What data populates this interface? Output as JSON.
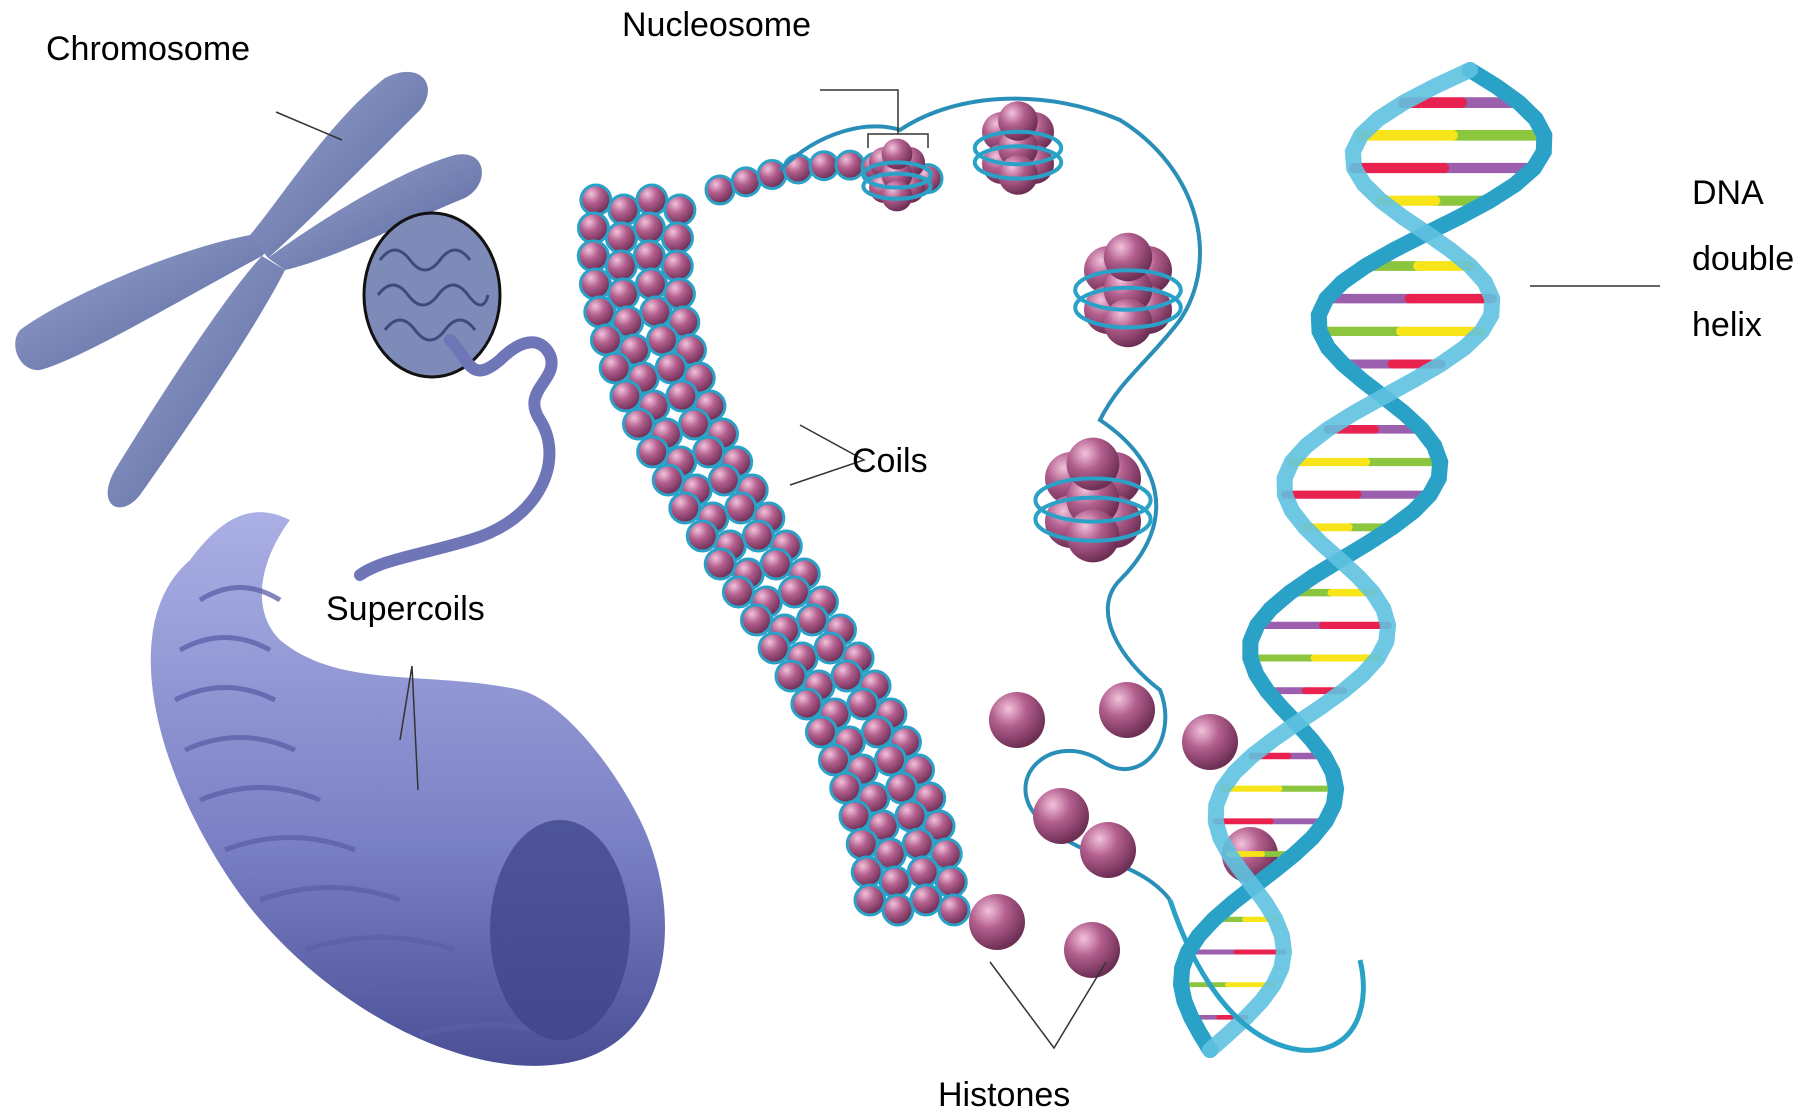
{
  "labels": {
    "chromosome": "Chromosome",
    "nucleosome": "Nucleosome",
    "dna_line1": "DNA",
    "dna_line2": "double",
    "dna_line3": "helix",
    "coils": "Coils",
    "supercoils": "Supercoils",
    "histones": "Histones"
  },
  "colors": {
    "chromosome": "#6f7fb3",
    "supercoil": "#7f86c9",
    "histone": "#b35f8e",
    "dna_backbone": "#2aa2c7",
    "base_pairs": [
      "#8cc63f",
      "#f7e51a",
      "#9b5fae",
      "#e8214f"
    ]
  }
}
